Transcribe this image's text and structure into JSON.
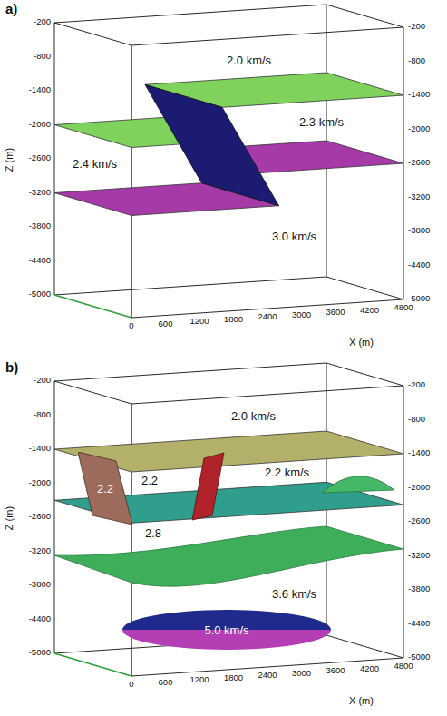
{
  "diagram": {
    "nodes": [
      {
        "text": [
          "2.2"
        ]
      },
      {
        "text": [
          "5.0 km/s"
        ]
      }
    ],
    "labels": [
      "a)",
      "-200",
      "-800",
      "-1400",
      "-2000",
      "-2600",
      "-3200",
      "-3800",
      "-4400",
      "-5000",
      "-200",
      "-800",
      "-1400",
      "-2000",
      "-2600",
      "-3200",
      "-3800",
      "-4400",
      "-5000",
      "Z (m)",
      "0",
      "600",
      "1200",
      "1800",
      "2400",
      "3000",
      "3600",
      "4200",
      "4800",
      "X (m)",
      "2.0 km/s",
      "2.3 km/s",
      "2.4 km/s",
      "3.0 km/s",
      "b)",
      "-200",
      "-800",
      "-1400",
      "-2000",
      "-2600",
      "-3200",
      "-3800",
      "-4400",
      "-5000",
      "-200",
      "-800",
      "-1400",
      "-2000",
      "-2600",
      "-3200",
      "-3800",
      "-4400",
      "-5000",
      "Z (m)",
      "0",
      "600",
      "1200",
      "1800",
      "2400",
      "3000",
      "3600",
      "4200",
      "4800",
      "X (m)",
      "2.0 km/s",
      "2.2 km/s",
      "2.2",
      "2.8",
      "3.6 km/s"
    ]
  }
}
